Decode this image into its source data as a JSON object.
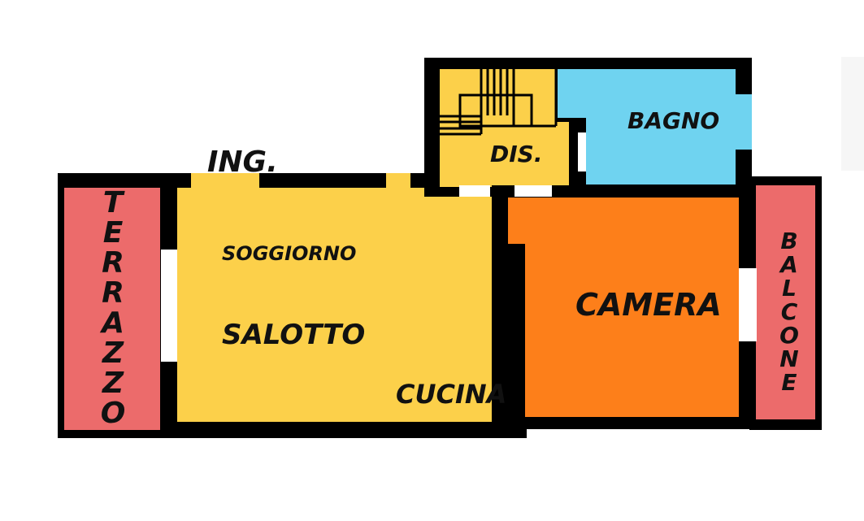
{
  "floor_plan": {
    "colors": {
      "wall": "#000000",
      "living_area": "#fcd04a",
      "bathroom": "#6fd3f0",
      "bedroom": "#fd7f1a",
      "outdoor": "#ec6b6b",
      "background": "#ffffff"
    },
    "labels": {
      "entrance": "ING.",
      "soggiorno": "SOGGIORNO",
      "salotto": "SALOTTO",
      "cucina": "CUCINA",
      "disimpegno": "DIS.",
      "bagno": "BAGNO",
      "camera": "CAMERA",
      "terrazzo": [
        "T",
        "E",
        "R",
        "R",
        "A",
        "Z",
        "Z",
        "O"
      ],
      "balcone": [
        "B",
        "A",
        "L",
        "C",
        "O",
        "N",
        "E"
      ]
    },
    "stair_icon": "staircase-icon"
  }
}
